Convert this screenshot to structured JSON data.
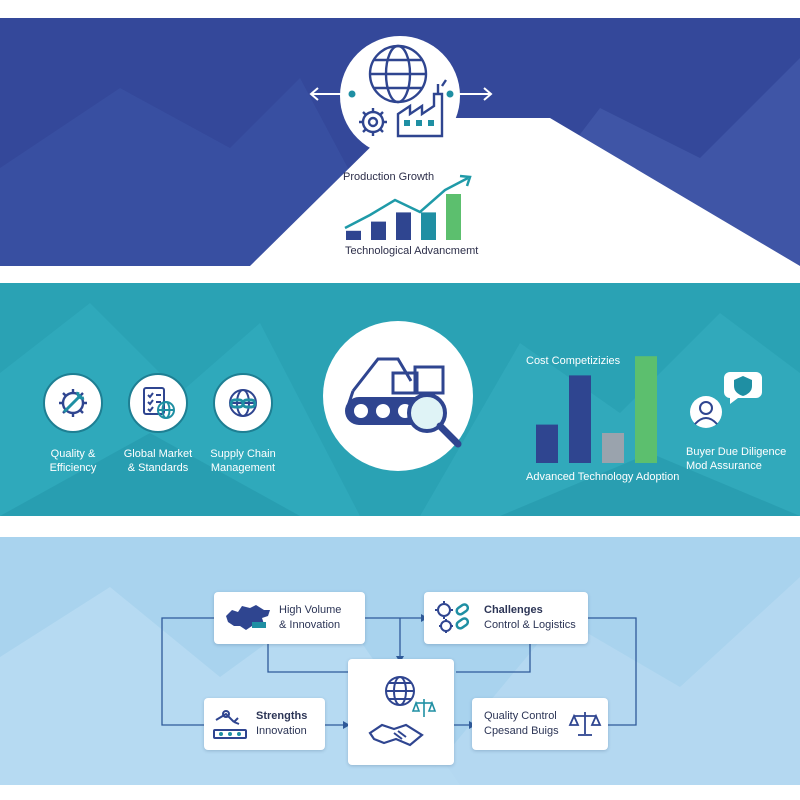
{
  "colors": {
    "navy": "#34489a",
    "teal": "#2aa2b4",
    "sky": "#a9d3ee",
    "icon_navy": "#2f4590",
    "icon_teal": "#1f8fa3",
    "green": "#5cbf6e",
    "grey_bar": "#9aa3ad"
  },
  "header": {
    "production_growth": "Production Growth",
    "technological_advancement": "Technological Advancmemt",
    "hero_icon": "globe-gear-factory-icon"
  },
  "mini_chart": {
    "type": "bar",
    "values": [
      1,
      2,
      3,
      3,
      5
    ]
  },
  "features": [
    {
      "icon": "wrench-gear-icon",
      "line1": "Quality &",
      "line2": "Efficiency"
    },
    {
      "icon": "checklist-globe-icon",
      "line1": "Global Market",
      "line2": "& Standards"
    },
    {
      "icon": "chain-globe-icon",
      "line1": "Supply Chain",
      "line2": "Management"
    }
  ],
  "center": {
    "icon": "excavator-magnifier-icon"
  },
  "chart_data": {
    "type": "bar",
    "title": "Cost Competizizies",
    "xlabel": "Advanced Technology Adoption",
    "ylabel": "",
    "values": [
      32,
      73,
      25,
      89
    ],
    "ylim": [
      0,
      100
    ]
  },
  "buyer": {
    "icon": "person-shield-icon",
    "line1": "Buyer Due Diligence",
    "line2": "Mod Assurance"
  },
  "flow": {
    "card1": {
      "icon": "china-map-icon",
      "line1": "High Volume",
      "line2": "& Innovation"
    },
    "card2": {
      "icon": "gear-chain-icon",
      "line1": "Challenges",
      "line2": "Control & Logistics"
    },
    "card3": {
      "icon": "robot-arm-icon",
      "line1": "Strengths",
      "line2": "Innovation"
    },
    "card4": {
      "icon": "globe-handshake-scales-icon"
    },
    "card5": {
      "icon": "scales-icon",
      "line1": "Quality Control",
      "line2": "Cpesand Buigs"
    }
  }
}
